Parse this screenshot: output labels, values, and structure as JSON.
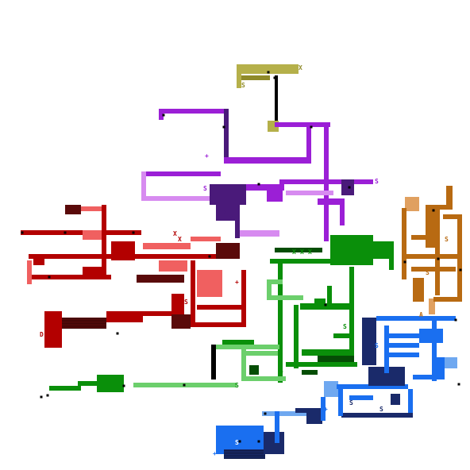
{
  "map": {
    "colors": {
      "background": "#ffffff",
      "olive": "#b5b04a",
      "olive_dark": "#8f8a2a",
      "purple": "#9b1fd6",
      "purple_light": "#d78bf0",
      "purple_dark": "#4a1a7a",
      "red": "#b30000",
      "red_light": "#f06060",
      "red_dark": "#5a0a0a",
      "green": "#0a8f0a",
      "green_light": "#6ccf6c",
      "green_dark": "#054d05",
      "blue": "#1a6ff0",
      "blue_light": "#6fa8f0",
      "blue_dark": "#1a2a6a",
      "orange": "#b86a12",
      "orange_light": "#e0a060",
      "black": "#000000"
    },
    "markers": {
      "save": "S",
      "ability": "A",
      "blocked": "X",
      "plus": "+",
      "door": "D"
    }
  }
}
